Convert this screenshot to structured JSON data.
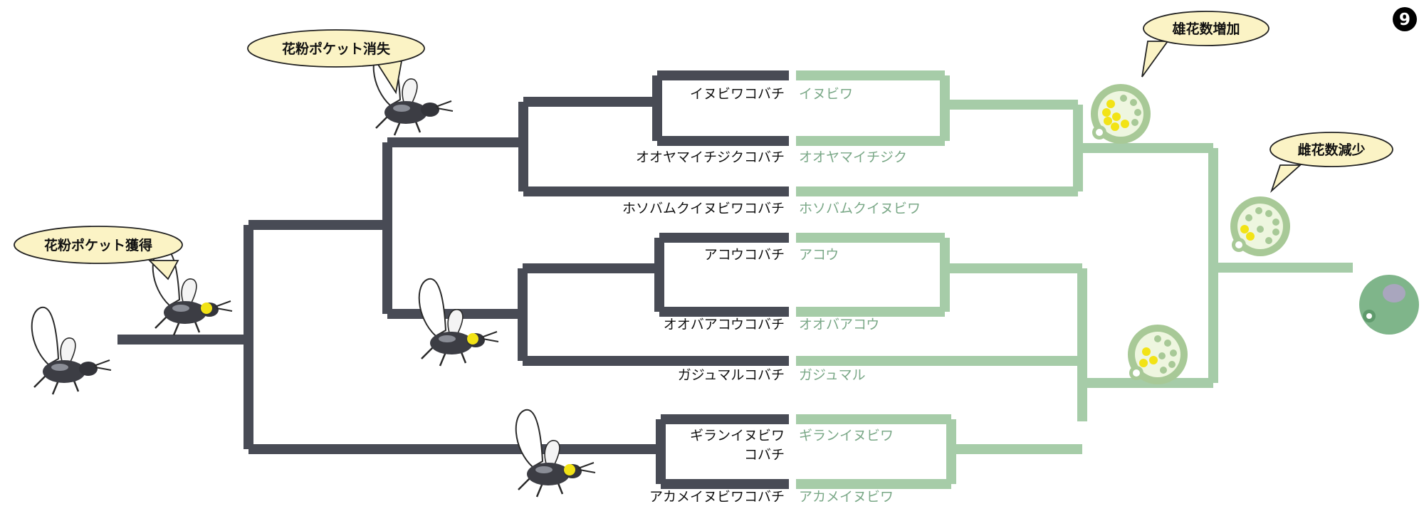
{
  "figure_number": "9",
  "colors": {
    "wasp_tree": "#484b55",
    "fig_tree": "#a6cca8",
    "wasp_label": "#111111",
    "fig_label": "#7aa887",
    "bubble_fill": "#fbf3c5",
    "pollen": "#f2e316",
    "syconium_outer": "#a8c997",
    "syconium_inner": "#eef6df",
    "ancestral_fig": "#7fb58a"
  },
  "annotations": {
    "pollen_pocket_gained": "花粉ポケット獲得",
    "pollen_pocket_lost": "花粉ポケット消失",
    "male_flowers_increase": "雄花数増加",
    "female_flowers_decrease": "雌花数減少"
  },
  "pairs": [
    {
      "wasp": "イヌビワコバチ",
      "fig": "イヌビワ"
    },
    {
      "wasp": "オオヤマイチジクコバチ",
      "fig": "オオヤマイチジク"
    },
    {
      "wasp": "ホソバムクイヌビワコバチ",
      "fig": "ホソバムクイヌビワ"
    },
    {
      "wasp": "アコウコバチ",
      "fig": "アコウ"
    },
    {
      "wasp": "オオバアコウコバチ",
      "fig": "オオバアコウ"
    },
    {
      "wasp": "ガジュマルコバチ",
      "fig": "ガジュマル"
    },
    {
      "wasp_line1": "ギランイヌビワ",
      "wasp_line2": "コバチ",
      "fig": "ギランイヌビワ"
    },
    {
      "wasp": "アカメイヌビワコバチ",
      "fig": "アカメイヌビワ"
    }
  ],
  "icons": {
    "wasp": "fig-wasp-icon",
    "wasp_with_pollen": "fig-wasp-with-pollen-icon",
    "syconium": "fig-syconium-icon",
    "callout": "speech-bubble"
  }
}
